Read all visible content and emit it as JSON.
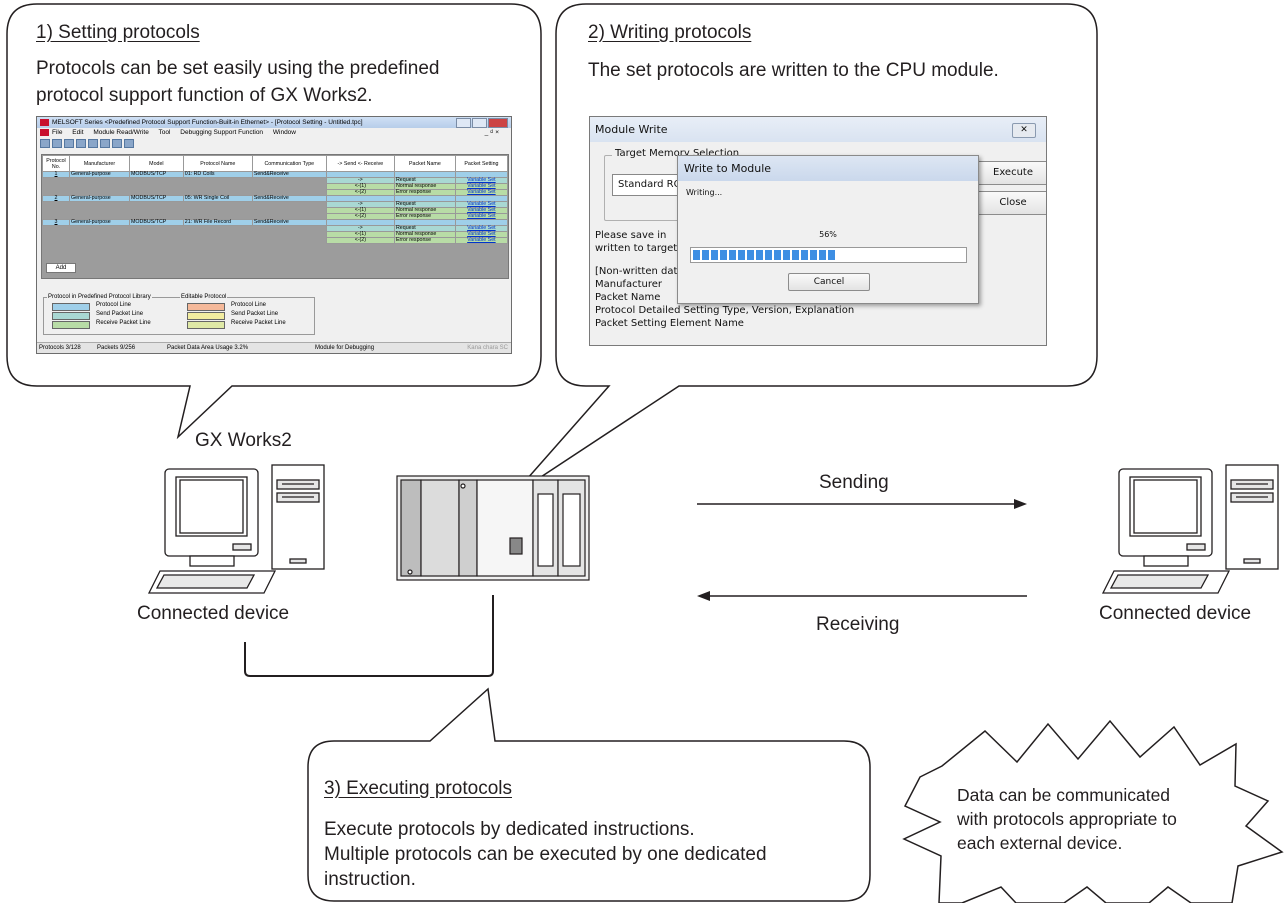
{
  "bubble1": {
    "heading": "1) Setting protocols",
    "body_line1": "Protocols can be set easily using the predefined",
    "body_line2": "protocol support function of GX Works2."
  },
  "bubble2": {
    "heading": "2) Writing protocols",
    "body": "The set protocols are written to the CPU module."
  },
  "bubble3": {
    "heading": "3) Executing protocols",
    "body_line1": "Execute protocols by dedicated instructions.",
    "body_line2": "Multiple protocols can be executed by one dedicated",
    "body_line3": "instruction."
  },
  "star": {
    "line1": "Data can be communicated",
    "line2": "with protocols appropriate to",
    "line3": "each external device."
  },
  "labels": {
    "gx_works2": "GX Works2",
    "connected_device_left": "Connected device",
    "connected_device_right": "Connected device",
    "sending": "Sending",
    "receiving": "Receiving"
  },
  "screenshot1": {
    "window_title": "MELSOFT Series <Predefined Protocol Support Function-Built-in Ethernet> - [Protocol Setting - Untitled.tpc]",
    "menu": [
      "File",
      "Edit",
      "Module Read/Write",
      "Tool",
      "Debugging Support Function",
      "Window"
    ],
    "window_controls": "_ ₫ ×",
    "columns": [
      "Protocol No.",
      "Manufacturer",
      "Model",
      "Protocol Name",
      "Communication Type",
      "-> Send <- Receive",
      "Packet Name",
      "Packet Setting"
    ],
    "protocols": [
      {
        "no": "1",
        "manufacturer": "General-purpose",
        "model": "MODBUS/TCP",
        "name": "01: RD Coils",
        "type": "Send&Receive"
      },
      {
        "no": "2",
        "manufacturer": "General-purpose",
        "model": "MODBUS/TCP",
        "name": "05: WR Single Coil",
        "type": "Send&Receive"
      },
      {
        "no": "3",
        "manufacturer": "General-purpose",
        "model": "MODBUS/TCP",
        "name": "21: WR File Record",
        "type": "Send&Receive"
      }
    ],
    "packet_rows": [
      {
        "dir": "->",
        "name": "Request",
        "setting": "Variable Set"
      },
      {
        "dir": "<-(1)",
        "name": "Normal response",
        "setting": "Variable Set"
      },
      {
        "dir": "<-(2)",
        "name": "Error response",
        "setting": "Variable Set"
      }
    ],
    "add_button": "Add",
    "legend_library_title": "Protocol in Predefined Protocol Library",
    "legend_editable_title": "Editable Protocol",
    "legend_protocol_line": "Protocol Line",
    "legend_send_line": "Send Packet Line",
    "legend_receive_line": "Receive Packet Line",
    "status_protocols": "Protocols   3/128",
    "status_packets": "Packets   9/256",
    "status_usage": "Packet Data Area Usage   3.2%",
    "status_mode": "Module for Debugging",
    "status_right": "Kana chara SC",
    "colors": {
      "library_protocol": "#9fcfe9",
      "library_send": "#a9d8d3",
      "library_receive": "#b8dca6",
      "editable_protocol": "#f5b99a",
      "editable_send": "#f2eda0",
      "editable_receive": "#dfe9a6"
    }
  },
  "screenshot2": {
    "window_title": "Module Write",
    "close_glyph": "✕",
    "target_memory_label": "Target Memory Selection",
    "target_memory_value": "Standard ROM",
    "execute_button": "Execute",
    "close_button": "Close",
    "please_save": "Please save in",
    "written_to_target": "written to target",
    "non_written": "[Non-written data]",
    "manufacturer": "Manufacturer",
    "packet_name": "Packet Name",
    "detailed_setting": "Protocol Detailed Setting Type, Version, Explanation",
    "element_name": "Packet Setting Element Name",
    "dialog_title": "Write to Module",
    "dialog_status": "Writing...",
    "progress_text": "56%",
    "progress_fraction": 0.56,
    "cancel_button": "Cancel"
  }
}
